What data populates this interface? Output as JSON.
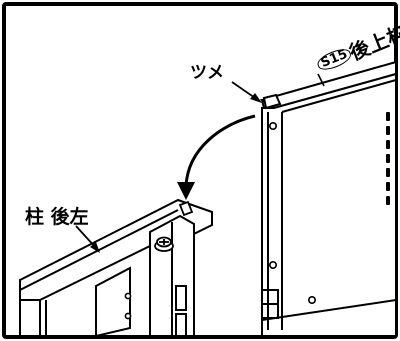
{
  "labels": {
    "tsume": "ツメ",
    "part_code": "S15",
    "part_name": "後上枠",
    "post_name": "柱 後左"
  }
}
